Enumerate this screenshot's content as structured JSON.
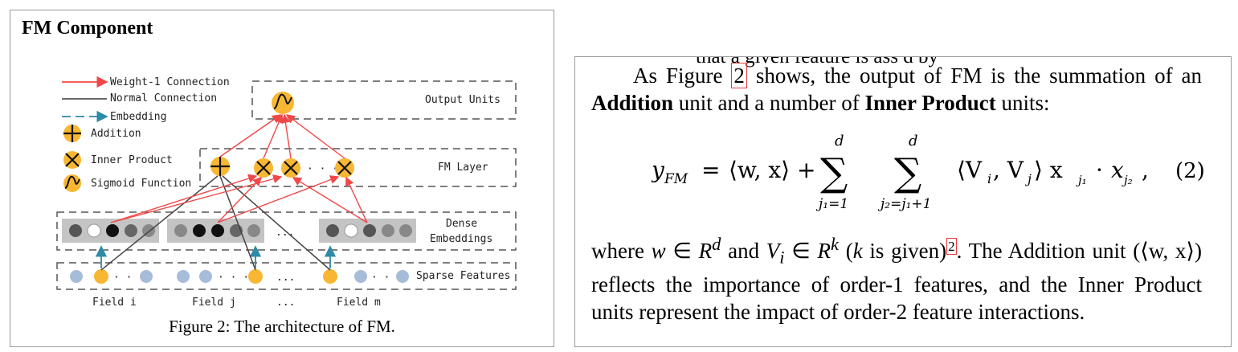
{
  "left_panel": {
    "title": "FM Component",
    "caption": "Figure 2: The architecture of FM.",
    "legend": {
      "weight1": "Weight-1 Connection",
      "normal": "Normal Connection",
      "embedding": "Embedding",
      "addition": "Addition",
      "inner_product": "Inner Product",
      "sigmoid": "Sigmoid Function"
    },
    "layers": {
      "output": "Output Units",
      "fm": "FM Layer",
      "dense_line1": "Dense",
      "dense_line2": "Embeddings",
      "sparse": "Sparse Features"
    },
    "fields": {
      "i": "Field i",
      "j": "Field j",
      "m": "Field m",
      "ellipsis": "...",
      "mid_dots": "· · ·"
    },
    "colors": {
      "red": "#f04848",
      "teal": "#2d8ba8",
      "orange": "#f7b733",
      "gray_box": "#c4c4c4",
      "light_blue": "#a6bcd9",
      "dash": "#555555"
    }
  },
  "right_panel": {
    "cut_text": "that a  given  feature  is  ass  d by",
    "p1": {
      "pre": "As Figure ",
      "ref": "2",
      "post1": " shows, the output of FM is the summation of an ",
      "bold1": "Addition",
      "post2": " unit and a number of ",
      "bold2": "Inner Product",
      "post3": " units:"
    },
    "equation": {
      "lhs": "y",
      "lhs_sub": "FM",
      "eq_sign": "=",
      "term1": "⟨w, x⟩ +",
      "sum1_top": "d",
      "sum1_bottom": "j₁=1",
      "sum2_top": "d",
      "sum2_bottom": "j₂=j₁+1",
      "term2": "⟨V",
      "term2b": ", V",
      "term2c": "⟩ x",
      "dot": "·",
      "x2": "x",
      "i_sub": "i",
      "j_sub": "j",
      "j1_sub": "j₁",
      "j2_sub": "j₂",
      "comma": ",",
      "sum_sign": "∑",
      "number": "(2)"
    },
    "p2": {
      "a": "where ",
      "w": "w",
      "in1": " ∈ ",
      "R1": "R",
      "d": "d",
      "and": " and ",
      "Vi": "V",
      "i": "i",
      "in2": " ∈ ",
      "R2": "R",
      "k": "k",
      "paren": " (",
      "kk": "k",
      "given": " is given)",
      "ref": "2",
      "rest": ". The Addition unit (⟨w, x⟩) reflects the importance of order-1 features, and the Inner Product units represent the impact of order-2 feature interactions."
    }
  }
}
